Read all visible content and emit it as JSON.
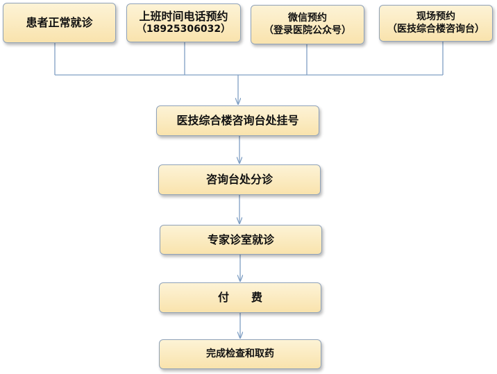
{
  "sources": [
    {
      "lines": [
        "患者正常就诊"
      ]
    },
    {
      "lines": [
        "上班时间电话预约",
        "（18925306032）"
      ]
    },
    {
      "lines": [
        "微信预约",
        "（登录医院公众号）"
      ]
    },
    {
      "lines": [
        "现场预约",
        "（医技综合楼咨询台）"
      ]
    }
  ],
  "steps": [
    "医技综合楼咨询台处挂号",
    "咨询台处分诊",
    "专家诊室就诊",
    "付　　费",
    "完成检查和取药"
  ],
  "colors": {
    "box_fill_top": "#fdf3d6",
    "box_fill_bottom": "#f9e3ad",
    "box_border": "#8fa2b9",
    "connector": "#7f9fc4"
  }
}
